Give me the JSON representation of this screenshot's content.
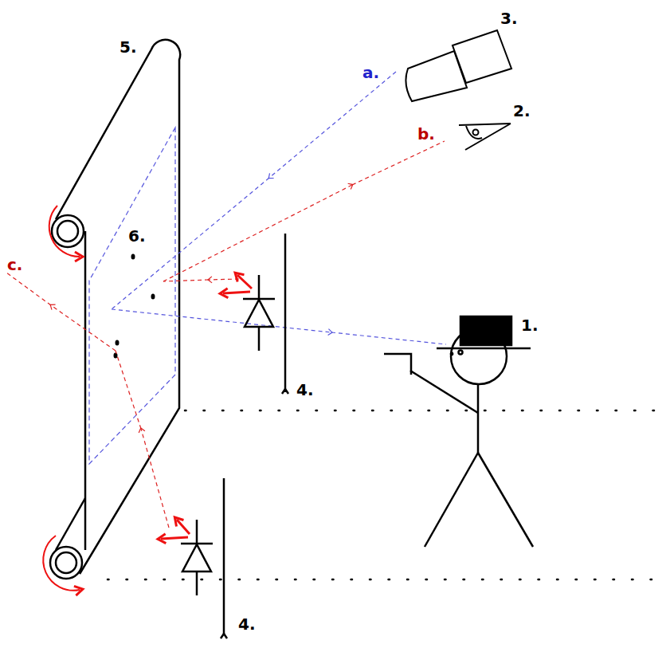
{
  "diagram": {
    "labels": [
      "5.",
      "3.",
      "a.",
      "2.",
      "b.",
      "6.",
      "c.",
      "1.",
      "4.",
      "4."
    ]
  }
}
